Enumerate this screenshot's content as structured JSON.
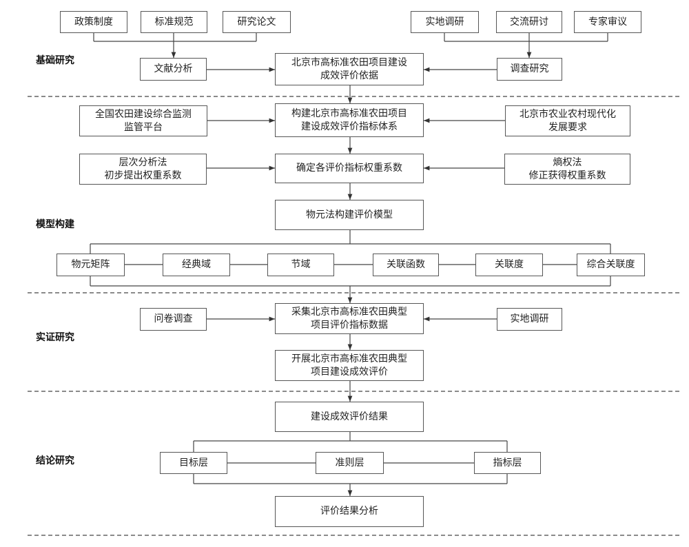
{
  "stages": {
    "basic": "基础研究",
    "model": "模型构建",
    "empirical": "实证研究",
    "conclusion": "结论研究"
  },
  "nodes": {
    "policy": "政策制度",
    "standard": "标准规范",
    "paper": "研究论文",
    "field_survey": "实地调研",
    "exchange": "交流研讨",
    "expert": "专家审议",
    "literature": "文献分析",
    "basis": "北京市高标准农田项目建设\n成效评价依据",
    "investigation": "调查研究",
    "platform": "全国农田建设综合监测\n监管平台",
    "index_system": "构建北京市高标准农田项目\n建设成效评价指标体系",
    "modernization": "北京市农业农村现代化\n发展要求",
    "ahp": "层次分析法\n初步提出权重系数",
    "weights": "确定各评价指标权重系数",
    "entropy": "熵权法\n修正获得权重系数",
    "matter_element": "物元法构建评价模型",
    "mm": "物元矩阵",
    "classic": "经典域",
    "section": "节域",
    "corr_func": "关联函数",
    "corr_degree": "关联度",
    "comp_corr": "综合关联度",
    "questionnaire": "问卷调查",
    "collect": "采集北京市高标准农田典型\n项目评价指标数据",
    "field_survey2": "实地调研",
    "carry_out": "开展北京市高标准农田典型\n项目建设成效评价",
    "result": "建设成效评价结果",
    "target": "目标层",
    "criterion": "准则层",
    "indicator": "指标层",
    "analysis": "评价结果分析"
  }
}
